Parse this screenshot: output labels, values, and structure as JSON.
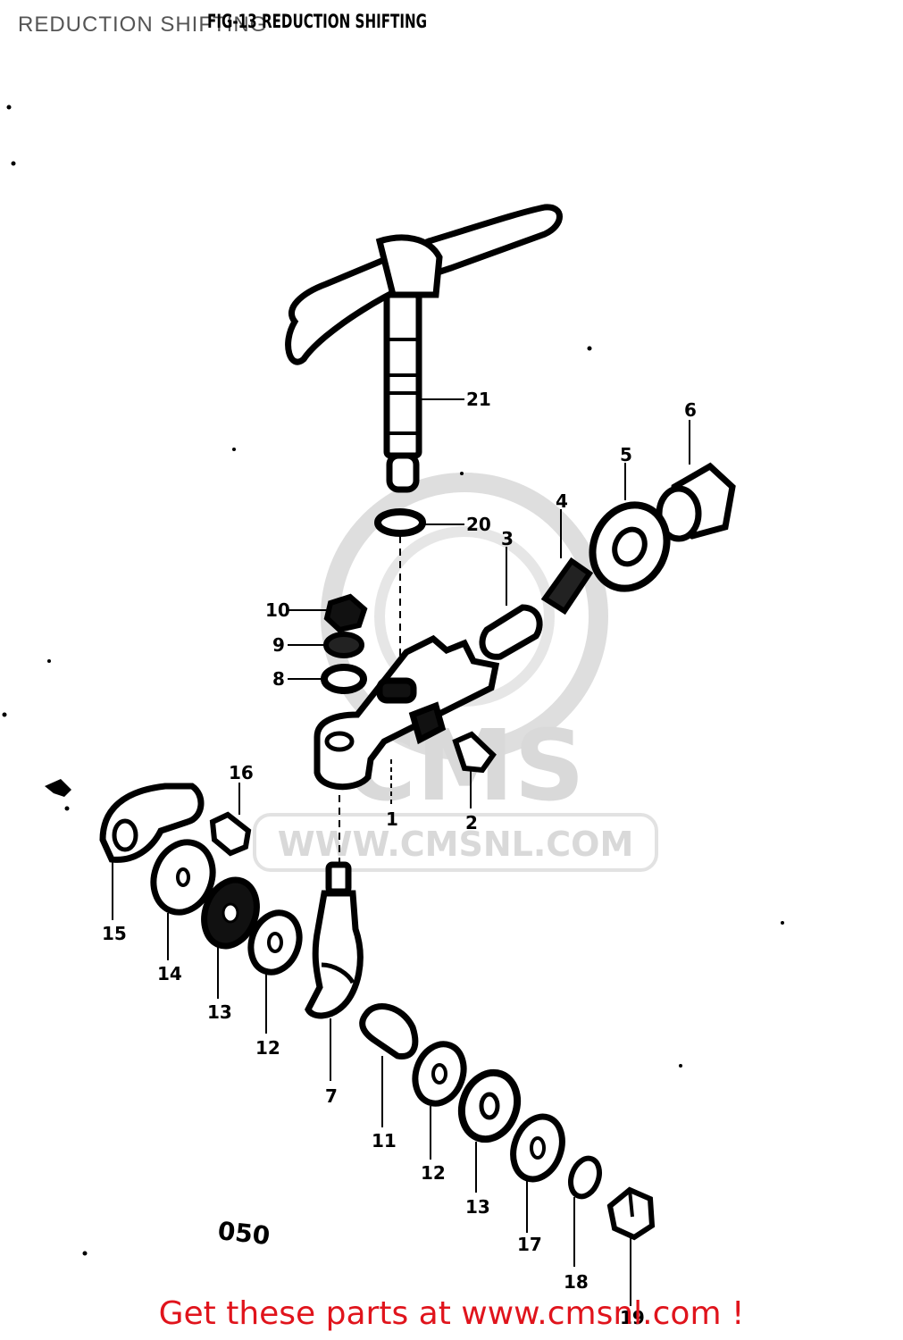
{
  "header": {
    "title": "REDUCTION SHIFTING",
    "figure_caption": "FIG-13 REDUCTION SHIFTING"
  },
  "watermark": {
    "brand": "CMS",
    "url": "WWW.CMSNL.COM"
  },
  "diagram": {
    "code": "050",
    "labels": [
      "21",
      "6",
      "5",
      "4",
      "3",
      "20",
      "10",
      "9",
      "8",
      "1",
      "2",
      "16",
      "15",
      "14",
      "13",
      "12",
      "7",
      "11",
      "12",
      "13",
      "17",
      "18",
      "19"
    ]
  },
  "footer": {
    "link_text": "Get these parts at www.cmsnl.com !"
  },
  "colors": {
    "footer_link": "#e0141c",
    "watermark": "#d9d9d9",
    "line": "#000000"
  }
}
